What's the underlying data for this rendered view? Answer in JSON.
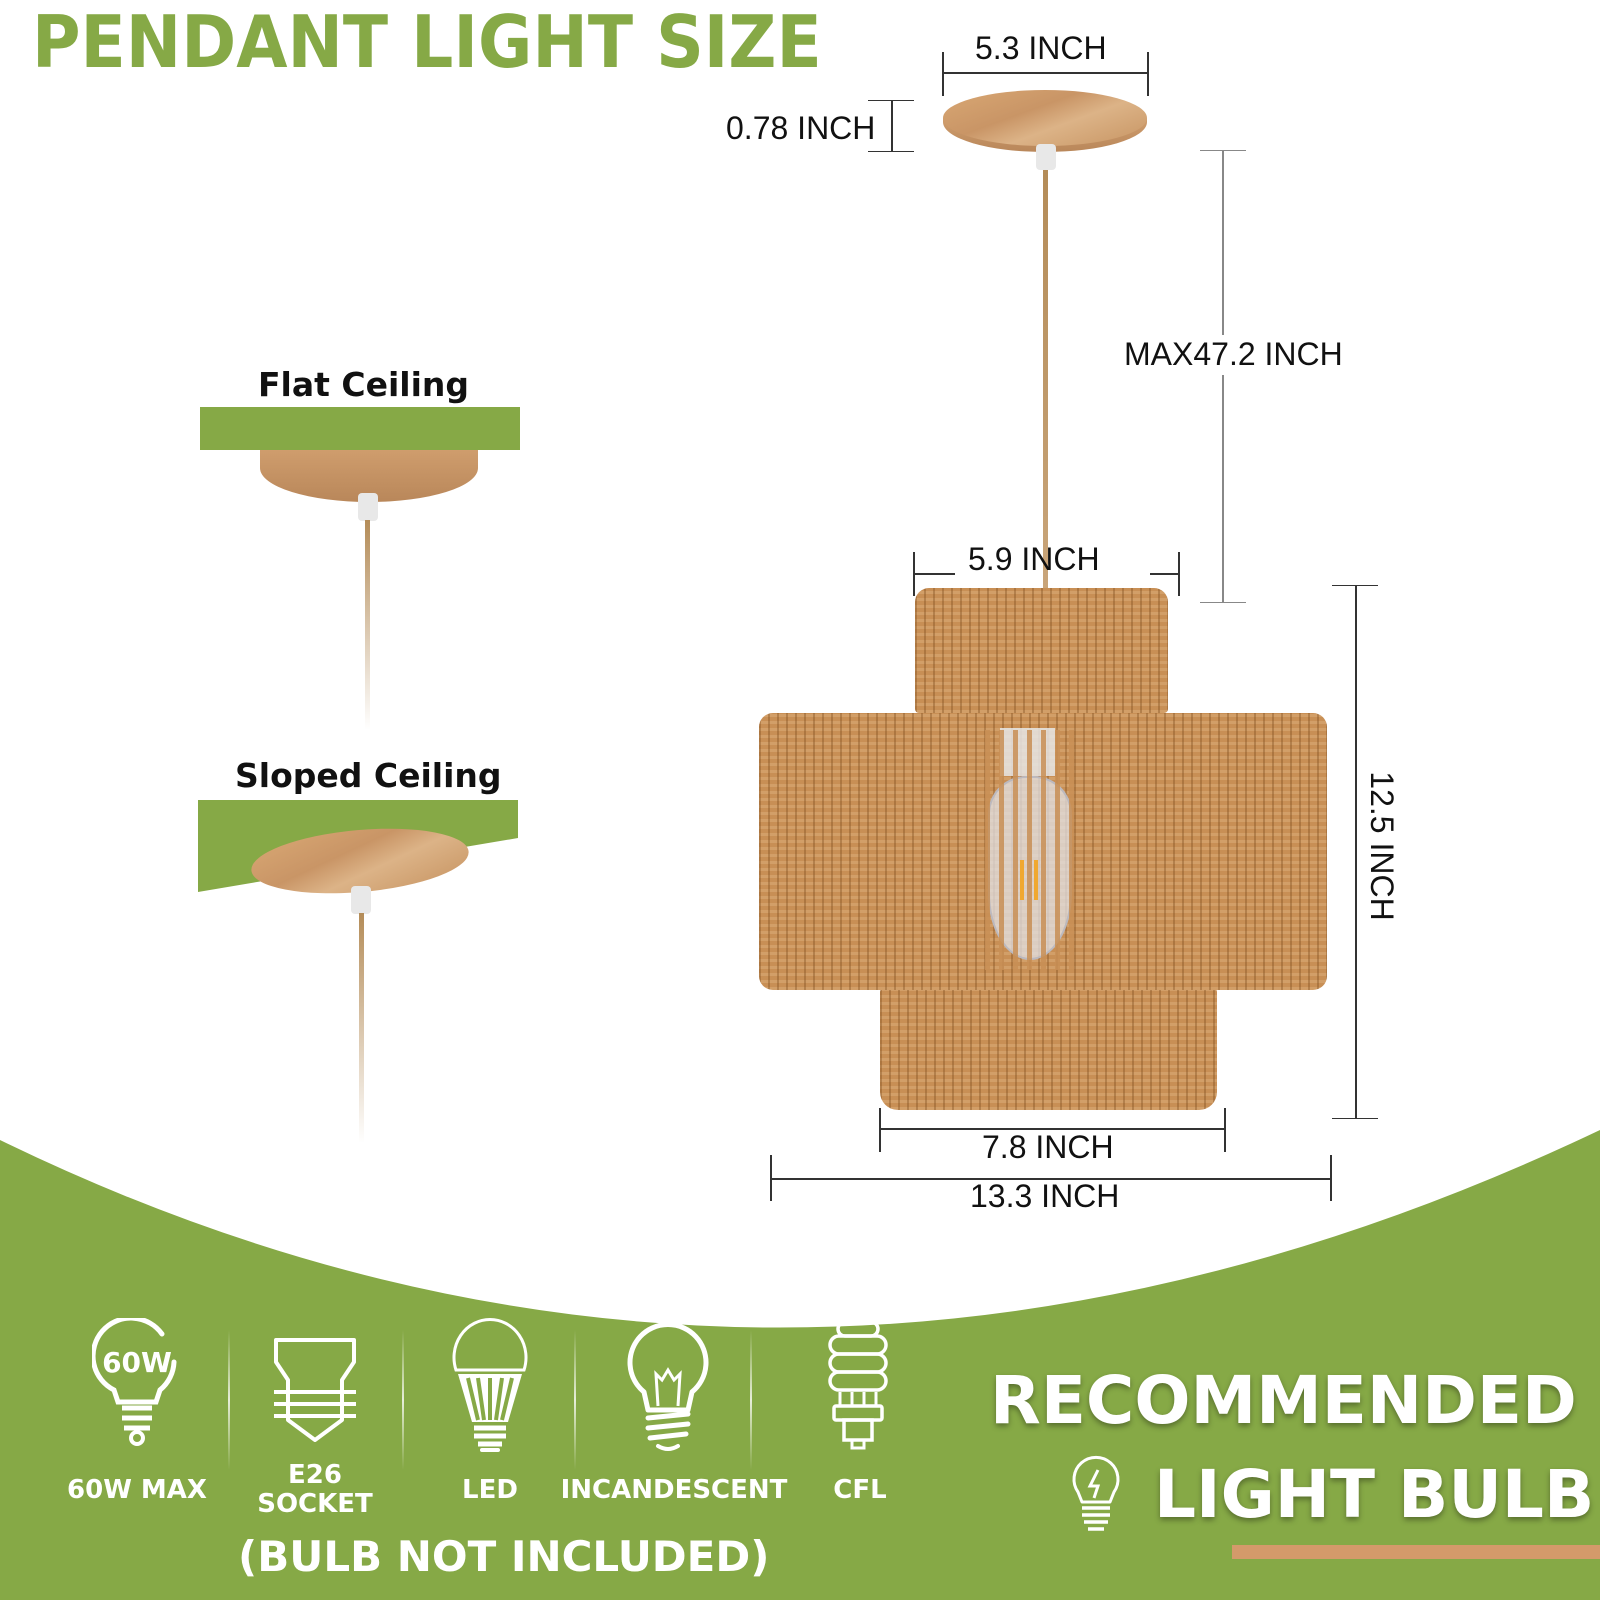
{
  "header": {
    "title": "PENDANT LIGHT SIZE"
  },
  "dimensions": {
    "canopy_width": "5.3 INCH",
    "canopy_height": "0.78 INCH",
    "cord_length": "MAX47.2 INCH",
    "shade_top_width": "5.9 INCH",
    "shade_height": "12.5 INCH",
    "shade_bottom_width": "7.8 INCH",
    "shade_max_width": "13.3 INCH"
  },
  "ceiling_types": [
    {
      "label": "Flat Ceiling"
    },
    {
      "label": "Sloped Ceiling"
    }
  ],
  "bulb_specs": [
    {
      "icon": "bulb-60w-icon",
      "badge": "60W",
      "label": "60W MAX"
    },
    {
      "icon": "e26-socket-icon",
      "label_line1": "E26",
      "label_line2": "SOCKET"
    },
    {
      "icon": "led-bulb-icon",
      "label": "LED"
    },
    {
      "icon": "incandescent-bulb-icon",
      "label": "INCANDESCENT"
    },
    {
      "icon": "cfl-bulb-icon",
      "label": "CFL"
    }
  ],
  "bulb_note": "(BULB NOT INCLUDED)",
  "recommended": {
    "line1": "RECOMMENDED",
    "line2": "LIGHT BULB",
    "icon": "lightning-bulb-icon"
  },
  "colors": {
    "brand_green": "#86a946",
    "accent_tan": "#d49a6a",
    "text_dark": "#111111",
    "white": "#ffffff"
  }
}
